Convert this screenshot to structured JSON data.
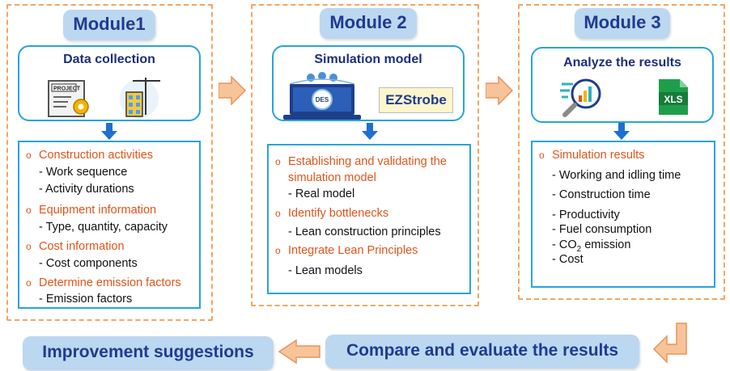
{
  "modules": [
    {
      "title": "Module1",
      "heading": "Data collection",
      "icons": [
        "project-document-icon",
        "construction-building-icon"
      ],
      "icon_text": "PROJECT",
      "items": [
        {
          "category": "Construction activities",
          "subs": [
            "- Work sequence",
            "- Activity durations"
          ]
        },
        {
          "category": "Equipment information",
          "subs": [
            "- Type, quantity, capacity"
          ]
        },
        {
          "category": "Cost information",
          "subs": [
            "- Cost components"
          ]
        },
        {
          "category": "Determine emission factors",
          "subs": [
            "- Emission factors"
          ]
        }
      ]
    },
    {
      "title": "Module 2",
      "heading": "Simulation model",
      "icons": [
        "des-laptop-icon"
      ],
      "icon_text": "DES",
      "software_label": "EZStrobe",
      "items": [
        {
          "category": "Establishing and validating the",
          "category_cont": "simulation model",
          "subs": [
            "- Real model"
          ]
        },
        {
          "category": "Identify bottlenecks",
          "subs": [
            "- Lean construction principles"
          ]
        },
        {
          "category": "Integrate Lean Principles",
          "subs": [
            "- Lean models"
          ]
        }
      ]
    },
    {
      "title": "Module 3",
      "heading": "Analyze the results",
      "icons": [
        "analytics-magnifier-icon",
        "excel-file-icon"
      ],
      "icon_text": "XLS",
      "items": [
        {
          "category": "Simulation results",
          "subs": [
            "- Working and idling time",
            "- Construction time",
            "- Productivity",
            "- Fuel consumption",
            "- CO",
            "- Cost"
          ]
        }
      ],
      "co2_sub": "2",
      "co2_suffix": " emission"
    }
  ],
  "bullet": "o",
  "bottom": {
    "compare": "Compare and evaluate the results",
    "improve": "Improvement suggestions"
  },
  "colors": {
    "frame": "#f4a460",
    "accent_blue": "#29a3dd",
    "title_fill": "#bcd7f0",
    "title_text": "#1f3b8f",
    "category": "#e0541a",
    "arrow_fill": "#f7c49a"
  }
}
